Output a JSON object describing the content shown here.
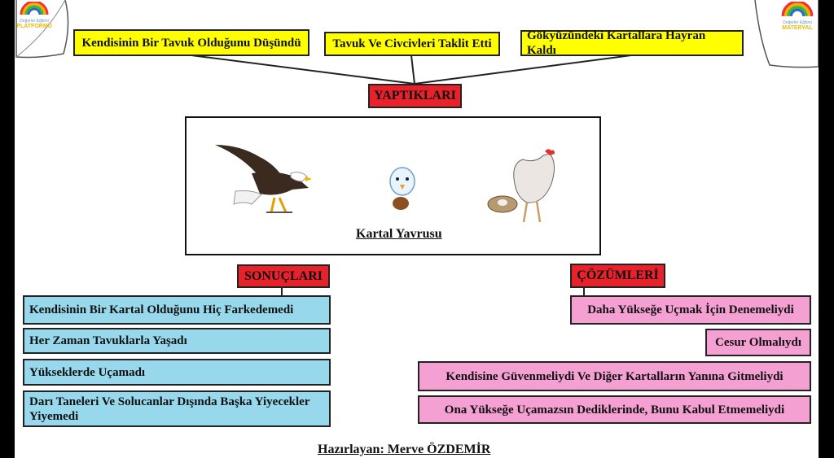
{
  "logos": {
    "left": {
      "line1": "Değerler Eğitimi",
      "line2": "PLATFORMU"
    },
    "right": {
      "line1": "Değerler Eğitimi",
      "line2": "MATERYAL"
    }
  },
  "yaptiklari": {
    "label": "YAPTIKLARI",
    "items": [
      "Kendisinin Bir Tavuk Olduğunu Düşündü",
      "Tavuk Ve Civcivleri Taklit Etti",
      "Gökyüzündeki Kartallara Hayran Kaldı"
    ]
  },
  "center": {
    "title": "Kartal Yavrusu"
  },
  "sonuclari": {
    "label": "SONUÇLARI",
    "items": [
      "Kendisinin Bir Kartal Olduğunu Hiç Farkedemedi",
      "Her Zaman Tavuklarla Yaşadı",
      "Yükseklerde Uçamadı",
      "Darı Taneleri Ve Solucanlar Dışında Başka Yiyecekler Yiyemedi"
    ]
  },
  "cozumleri": {
    "label": "ÇÖZÜMLERİ",
    "items": [
      "Daha Yükseğe Uçmak İçin Denemeliydi",
      "Cesur Olmalıydı",
      "Kendisine Güvenmeliydi Ve Diğer Kartalların Yanına Gitmeliydi",
      "Ona Yükseğe Uçamazsın Dediklerinde, Bunu Kabul Etmemeliydi"
    ]
  },
  "footer": "Hazırlayan: Merve ÖZDEMİR",
  "colors": {
    "yellow": "#ffff00",
    "red": "#e8222a",
    "blue": "#97d8ec",
    "pink": "#f5a0d2"
  }
}
